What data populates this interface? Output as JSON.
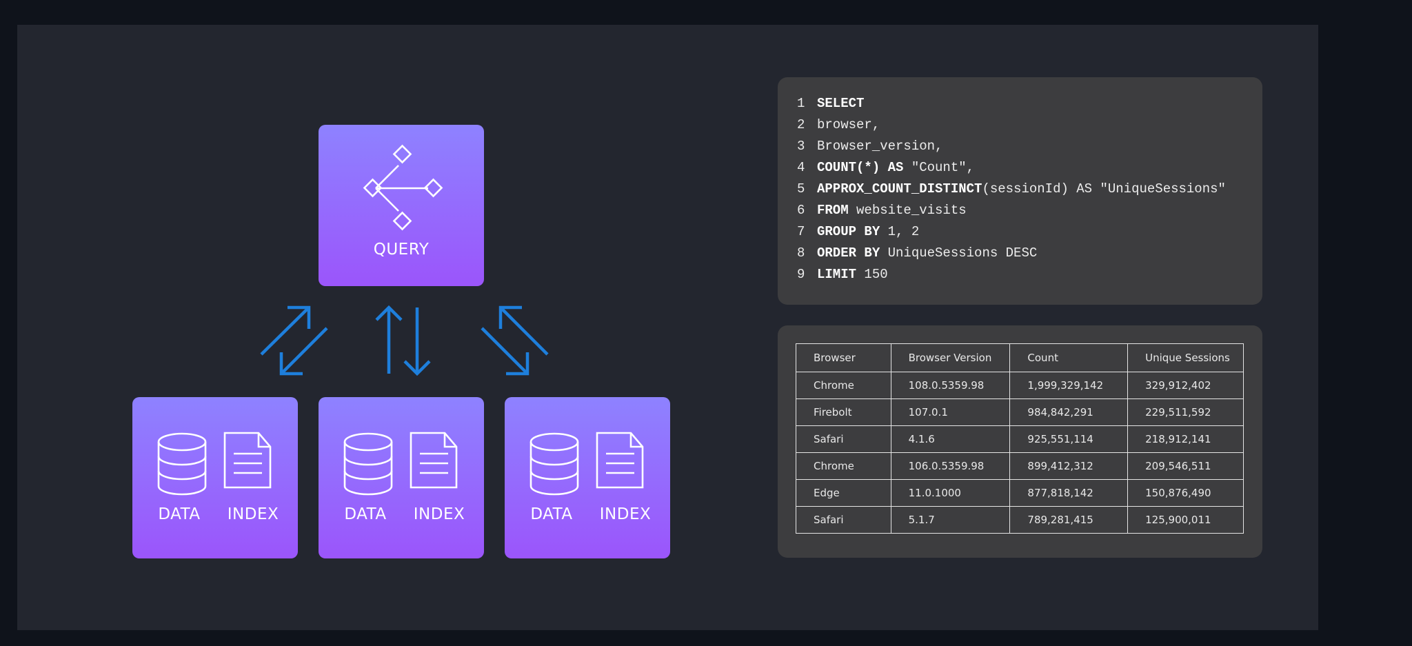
{
  "query_node": {
    "label": "QUERY",
    "icon": "share-nodes-icon"
  },
  "shard_nodes": [
    {
      "data_label": "DATA",
      "index_label": "INDEX"
    },
    {
      "data_label": "DATA",
      "index_label": "INDEX"
    },
    {
      "data_label": "DATA",
      "index_label": "INDEX"
    }
  ],
  "code": {
    "lines": [
      {
        "n": "1",
        "kw": "SELECT",
        "rest": ""
      },
      {
        "n": "2",
        "kw": "",
        "rest": "browser,"
      },
      {
        "n": "3",
        "kw": "",
        "rest": "Browser_version,"
      },
      {
        "n": "4",
        "kw": "COUNT(*) AS",
        "rest": " \"Count\","
      },
      {
        "n": "5",
        "kw": "APPROX_COUNT_DISTINCT",
        "rest": "(sessionId) AS \"UniqueSessions\""
      },
      {
        "n": "6",
        "kw": "FROM",
        "rest": " website_visits"
      },
      {
        "n": "7",
        "kw": "GROUP BY",
        "rest": " 1, 2"
      },
      {
        "n": "8",
        "kw": "ORDER BY",
        "rest": " UniqueSessions DESC"
      },
      {
        "n": "9",
        "kw": "LIMIT",
        "rest": " 150"
      }
    ]
  },
  "results": {
    "columns": [
      "Browser",
      "Browser Version",
      "Count",
      "Unique Sessions"
    ],
    "rows": [
      [
        "Chrome",
        "108.0.5359.98",
        "1,999,329,142",
        "329,912,402"
      ],
      [
        "Firebolt",
        "107.0.1",
        "984,842,291",
        "229,511,592"
      ],
      [
        "Safari",
        "4.1.6",
        "925,551,114",
        "218,912,141"
      ],
      [
        "Chrome",
        "106.0.5359.98",
        "899,412,312",
        "209,546,511"
      ],
      [
        "Edge",
        "11.0.1000",
        "877,818,142",
        "150,876,490"
      ],
      [
        "Safari",
        "5.1.7",
        "789,281,415",
        "125,900,011"
      ]
    ]
  },
  "colors": {
    "background": "#23262f",
    "node_gradient_top": "#8e82ff",
    "node_gradient_bottom": "#9b55fb",
    "arrow": "#1e7fdc",
    "panel": "#3d3d3f"
  }
}
